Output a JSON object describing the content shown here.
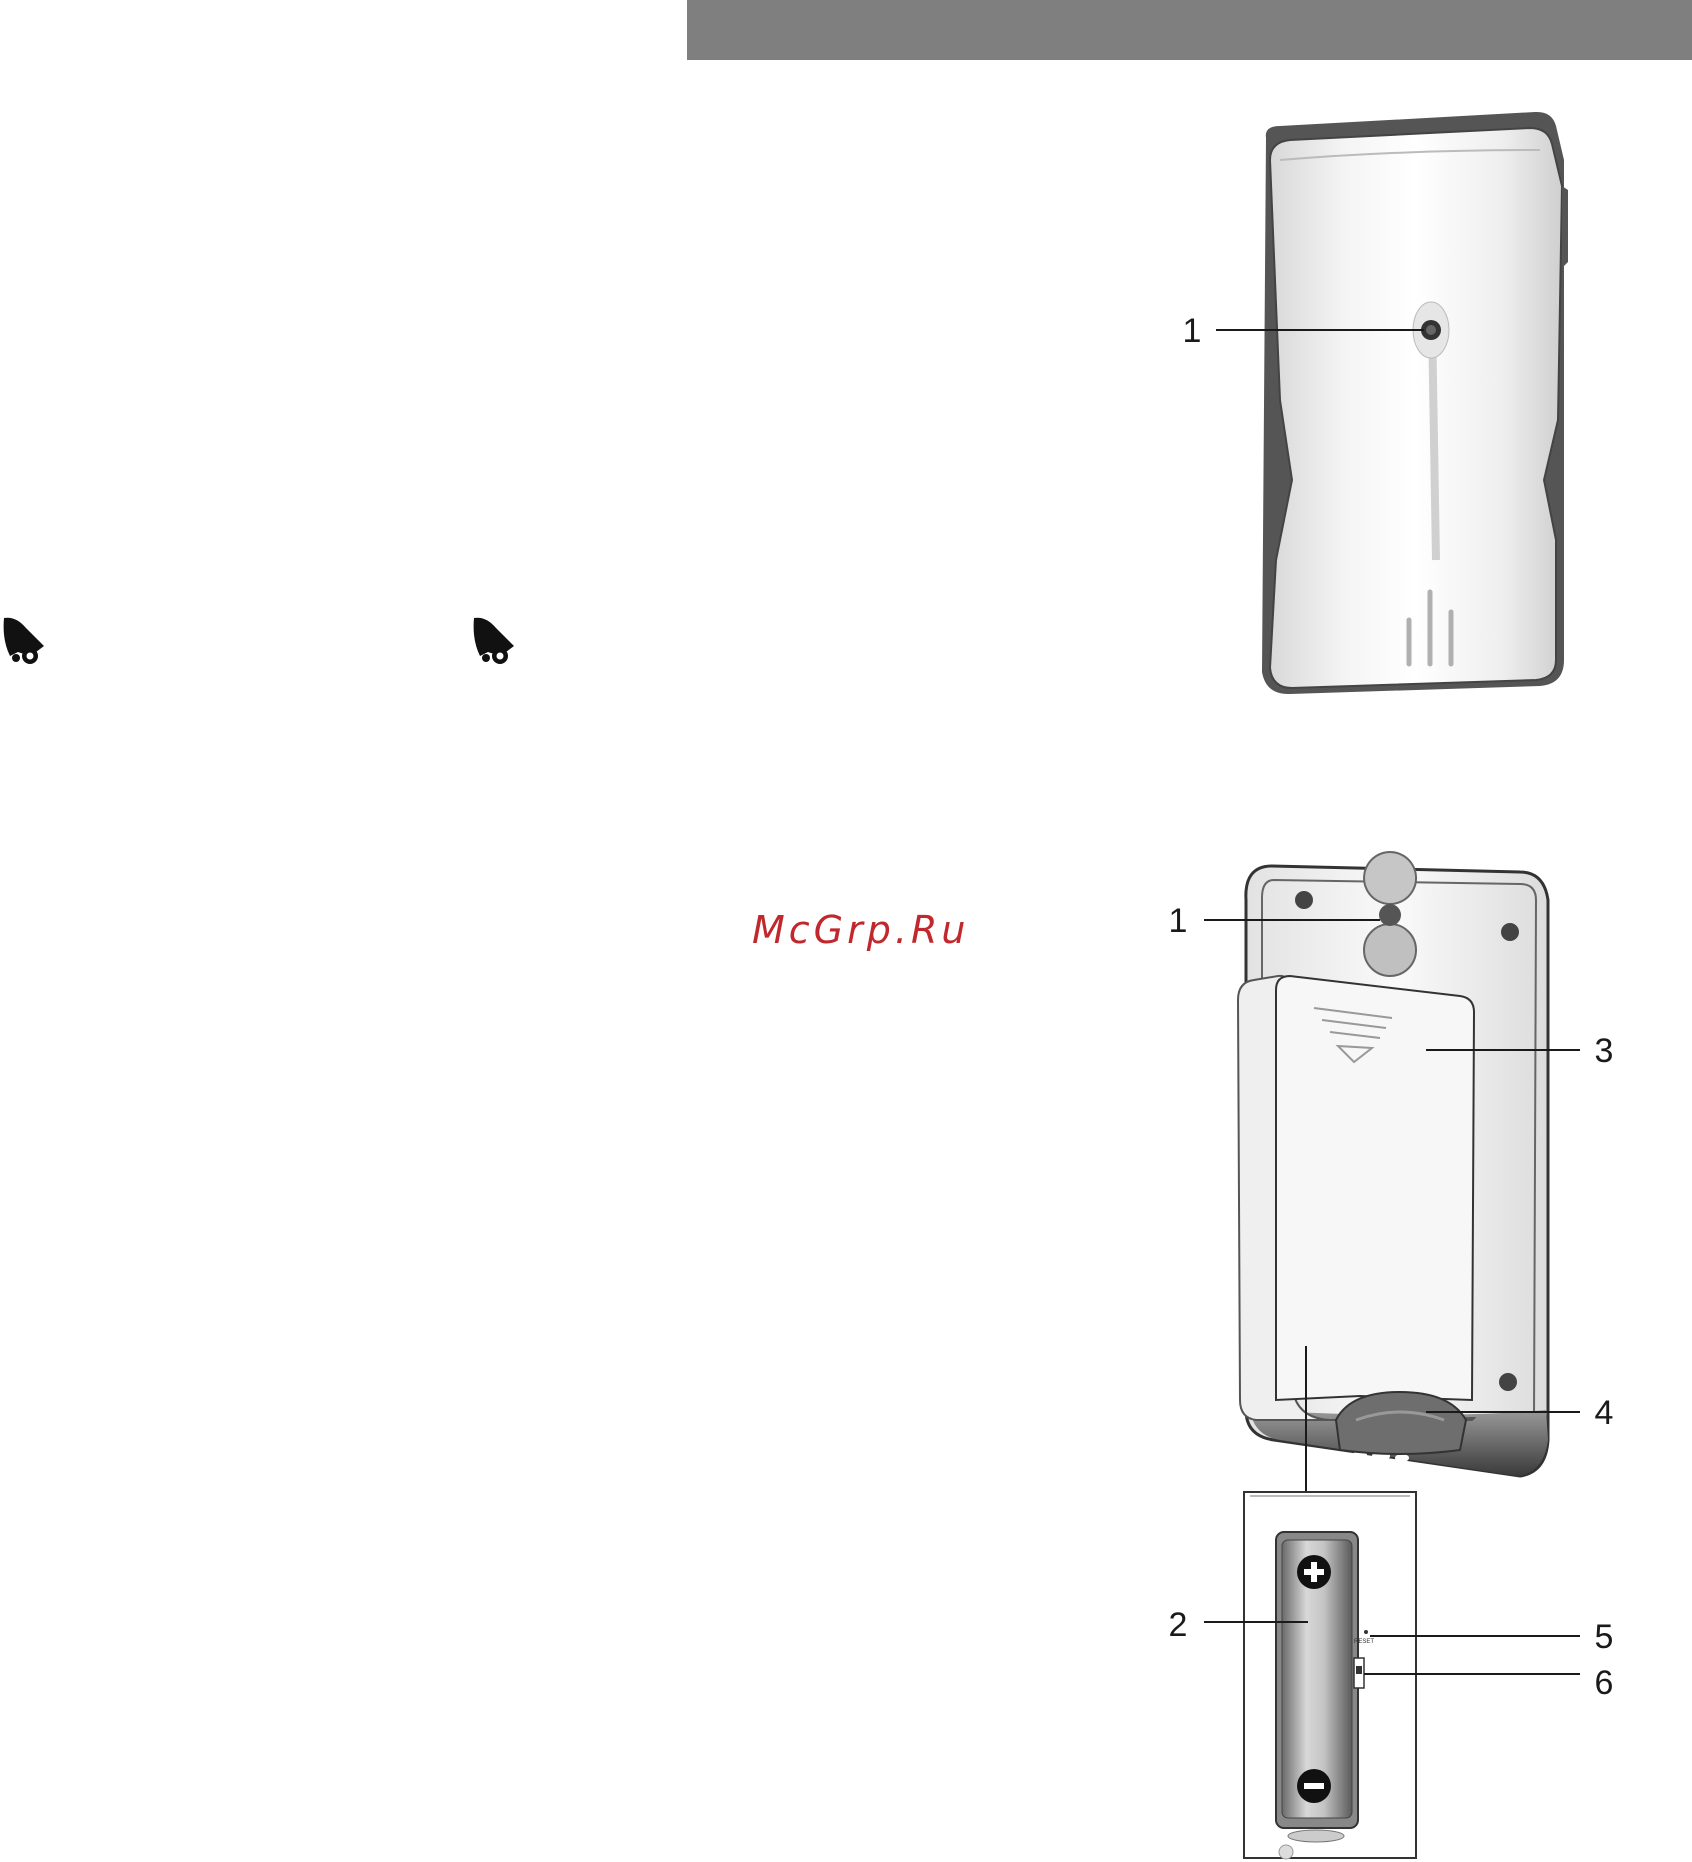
{
  "header": {
    "color": "#7f7f7f"
  },
  "watermark": {
    "text": "McGrp.Ru",
    "color": "#c0282d"
  },
  "icons": [
    "bell-icon",
    "bell-icon"
  ],
  "figure_front": {
    "callouts": {
      "c1": "1"
    }
  },
  "figure_back": {
    "callouts": {
      "c1": "1",
      "c2": "2",
      "c3": "3",
      "c4": "4",
      "c5": "5",
      "c6": "6"
    },
    "reset_label": "RESET"
  }
}
